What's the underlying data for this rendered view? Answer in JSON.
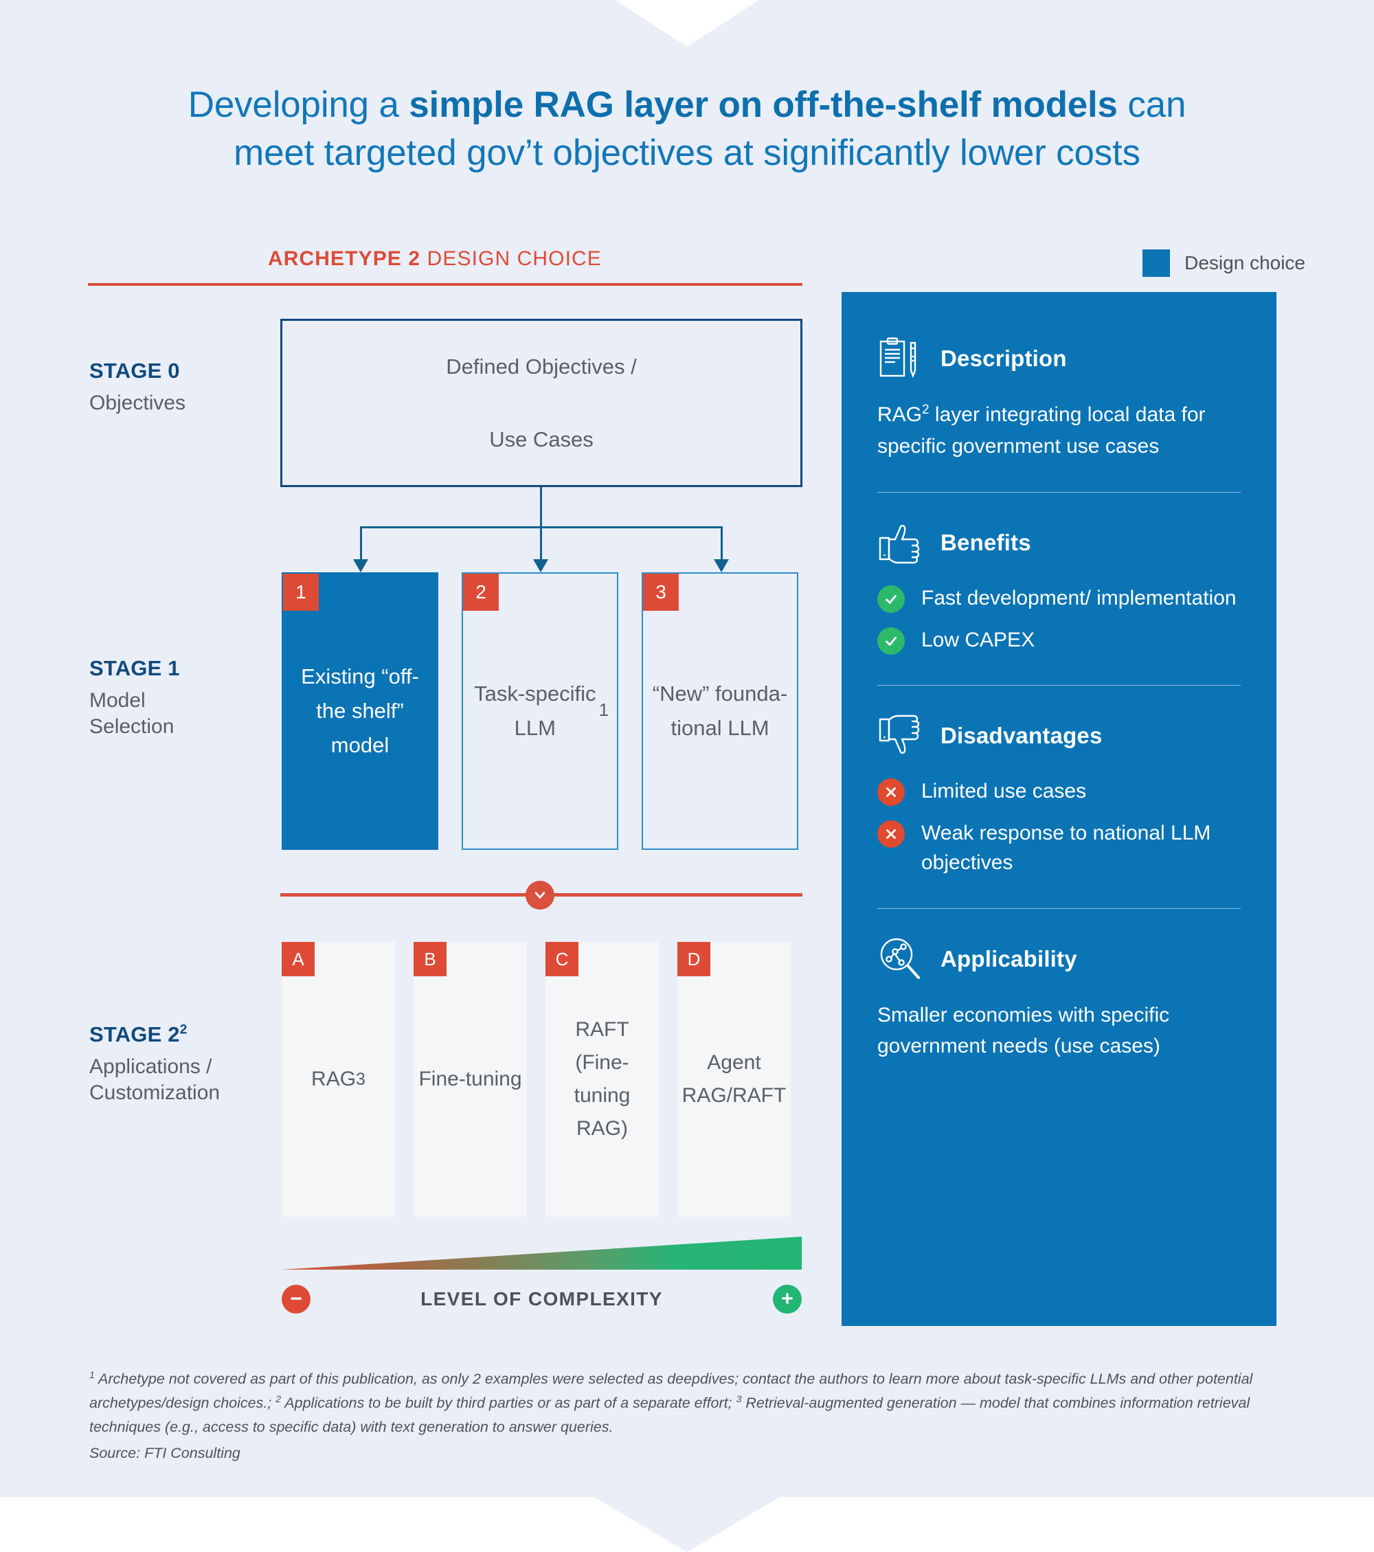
{
  "title": {
    "lead": "Developing a ",
    "bold": "simple RAG layer on off-the-shelf models",
    "tail": " can",
    "line2": "meet targeted gov’t objectives at significantly lower costs"
  },
  "header": {
    "archetype_bold": "ARCHETYPE 2",
    "archetype_rest": " DESIGN CHOICE",
    "legend_label": "Design choice",
    "legend_color": "#0b74b5"
  },
  "stages": {
    "stage0": {
      "big": "STAGE 0",
      "sub": "Objectives"
    },
    "stage1": {
      "big": "STAGE 1",
      "sub_line1": "Model",
      "sub_line2": "Selection"
    },
    "stage2": {
      "big": "STAGE 2",
      "big_sup": "2",
      "sub_line1": "Applications /",
      "sub_line2": "Customization"
    }
  },
  "stage0_box": {
    "line1": "Defined Objectives /",
    "line2": "Use Cases"
  },
  "stage1_cards": [
    {
      "badge": "1",
      "label": "Existing “off-the shelf” model",
      "selected": true
    },
    {
      "badge": "2",
      "label": "Task-specific LLM",
      "sup": "1",
      "selected": false
    },
    {
      "badge": "3",
      "label": "“New” founda-tional LLM",
      "selected": false
    }
  ],
  "stage2_cards": [
    {
      "badge": "A",
      "label": "RAG",
      "sup": "3"
    },
    {
      "badge": "B",
      "label": "Fine-tuning",
      "sup": ""
    },
    {
      "badge": "C",
      "label": "RAFT (Fine-tuning RAG)",
      "sup": ""
    },
    {
      "badge": "D",
      "label": "Agent RAG/RAFT",
      "sup": ""
    }
  ],
  "complexity": {
    "label": "LEVEL OF COMPLEXITY",
    "minus": "−",
    "plus": "+",
    "low_color": "#d9503c",
    "high_color": "#22b573"
  },
  "panel": {
    "description": {
      "heading": "Description",
      "body_pre": "RAG",
      "body_sup": "2",
      "body_post": " layer integrating local data for specific government use cases"
    },
    "benefits": {
      "heading": "Benefits",
      "items": [
        "Fast development/ implementation",
        "Low CAPEX"
      ]
    },
    "disadvantages": {
      "heading": "Disadvantages",
      "items": [
        "Limited use cases",
        "Weak response to national LLM objectives"
      ]
    },
    "applicability": {
      "heading": "Applicability",
      "body": "Smaller economies with specific government needs (use cases)"
    }
  },
  "footnotes": {
    "text_a": "Archetype not covered as part of this publication, as only 2 examples were selected as deepdives; contact the authors to learn more about task-specific LLMs and other potential archetypes/design choices.; ",
    "text_b": "Applications to be built by third parties or as part of a separate effort; ",
    "text_c": "Retrieval-augmented generation — model that combines information retrieval techniques (e.g., access to specific data) with text generation to answer queries.",
    "marker_1": "1",
    "marker_2": "2",
    "marker_3": "3",
    "source": "Source: FTI Consulting"
  }
}
